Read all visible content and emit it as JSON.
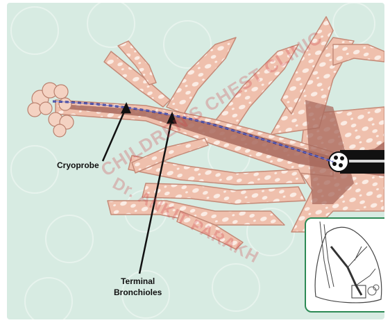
{
  "labels": {
    "cryoprobe": "Cryoprobe",
    "terminal_bronchioles": "Terminal\nBronchioles"
  },
  "watermark": {
    "line1": "CHILDREN'S CHEST CLINIC",
    "line2": "Dr. ANKIT PARAKH"
  },
  "icons": [
    "cryoprobe-icon",
    "lung-inset-icon"
  ],
  "colors": {
    "background": "#d7ebe2",
    "airway_tissue": "#f0c2ae",
    "airway_lumen": "#a86a5e",
    "probe_wire": "#2a2f8a",
    "bronchoscope": "#111111",
    "inset_border": "#2c8a55"
  }
}
